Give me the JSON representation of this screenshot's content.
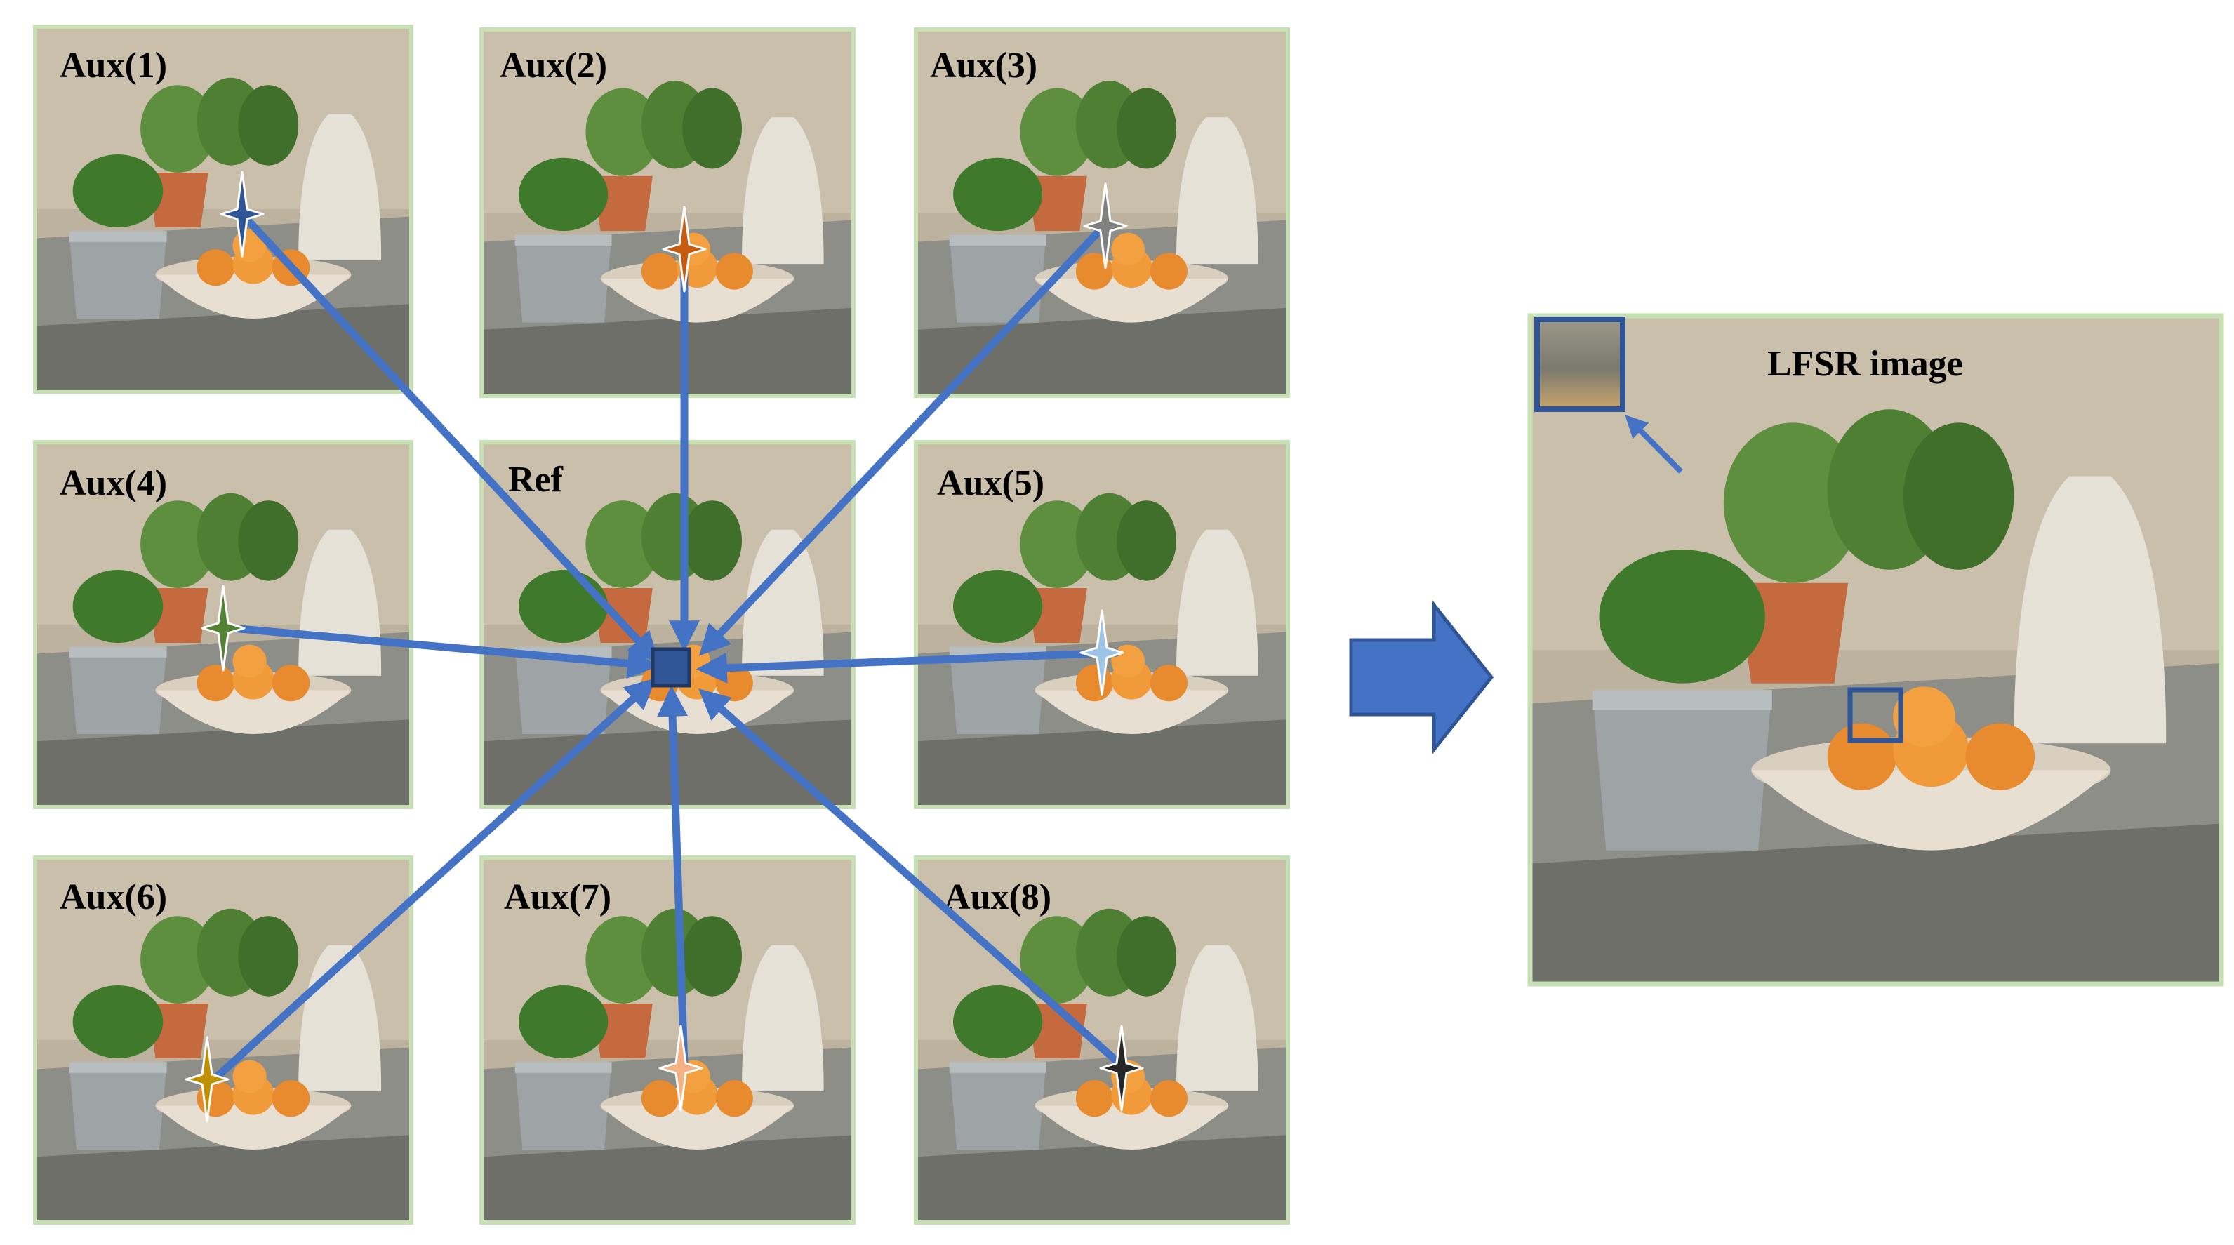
{
  "views": {
    "aux1": "Aux(1)",
    "aux2": "Aux(2)",
    "aux3": "Aux(3)",
    "aux4": "Aux(4)",
    "ref": "Ref",
    "aux5": "Aux(5)",
    "aux6": "Aux(6)",
    "aux7": "Aux(7)",
    "aux8": "Aux(8)"
  },
  "output": {
    "title": "LFSR image"
  },
  "colors": {
    "arrow": "#4472C4",
    "frame": "#C6E0B4",
    "square": "#2F5597",
    "star_aux1": "#2F5597",
    "star_aux2": "#C55A11",
    "star_aux3": "#808080",
    "star_aux4": "#548235",
    "star_aux5": "#9DC3E6",
    "star_aux6": "#BF9000",
    "star_aux7": "#F4B183",
    "star_aux8": "#262626"
  },
  "icons": {
    "marker": "four-point-star-icon",
    "target": "square-marker-icon",
    "flow": "block-arrow-right-icon"
  }
}
